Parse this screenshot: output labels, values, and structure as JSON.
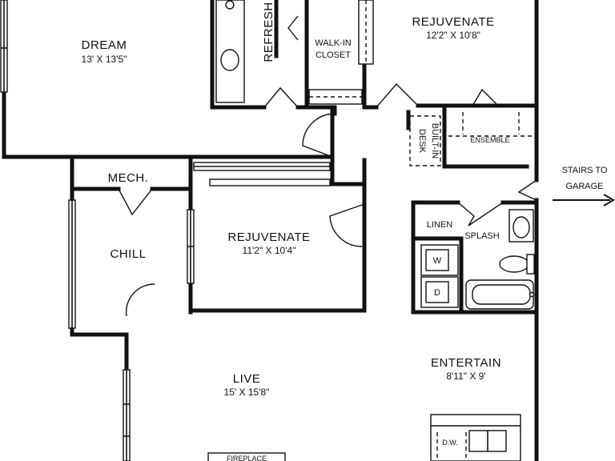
{
  "rooms": {
    "dream": {
      "name": "DREAM",
      "dims": "13' X 13'5\""
    },
    "rejuvenate_top": {
      "name": "REJUVENATE",
      "dims": "12'2\" X 10'8\""
    },
    "refresh": {
      "name": "REFRESH"
    },
    "walkin": {
      "line1": "WALK-IN",
      "line2": "CLOSET"
    },
    "builtin": {
      "line1": "BUILT-IN",
      "line2": "DESK"
    },
    "ensemble": {
      "name": "ENSEMBLE"
    },
    "mech": {
      "name": "MECH."
    },
    "chill": {
      "name": "CHILL"
    },
    "rejuvenate_mid": {
      "name": "REJUVENATE",
      "dims": "11'2\" X 10'4\""
    },
    "linen": {
      "name": "LINEN"
    },
    "splash": {
      "name": "SPLASH"
    },
    "washer": {
      "name": "W"
    },
    "dryer": {
      "name": "D"
    },
    "live": {
      "name": "LIVE",
      "dims": "15' X 15'8\""
    },
    "entertain": {
      "name": "ENTERTAIN",
      "dims": "8'11\" X 9'"
    },
    "fireplace": {
      "name": "FIREPLACE"
    },
    "dishwasher": {
      "name": "D.W."
    }
  },
  "stairs": {
    "line1": "STAIRS TO",
    "line2": "GARAGE"
  }
}
